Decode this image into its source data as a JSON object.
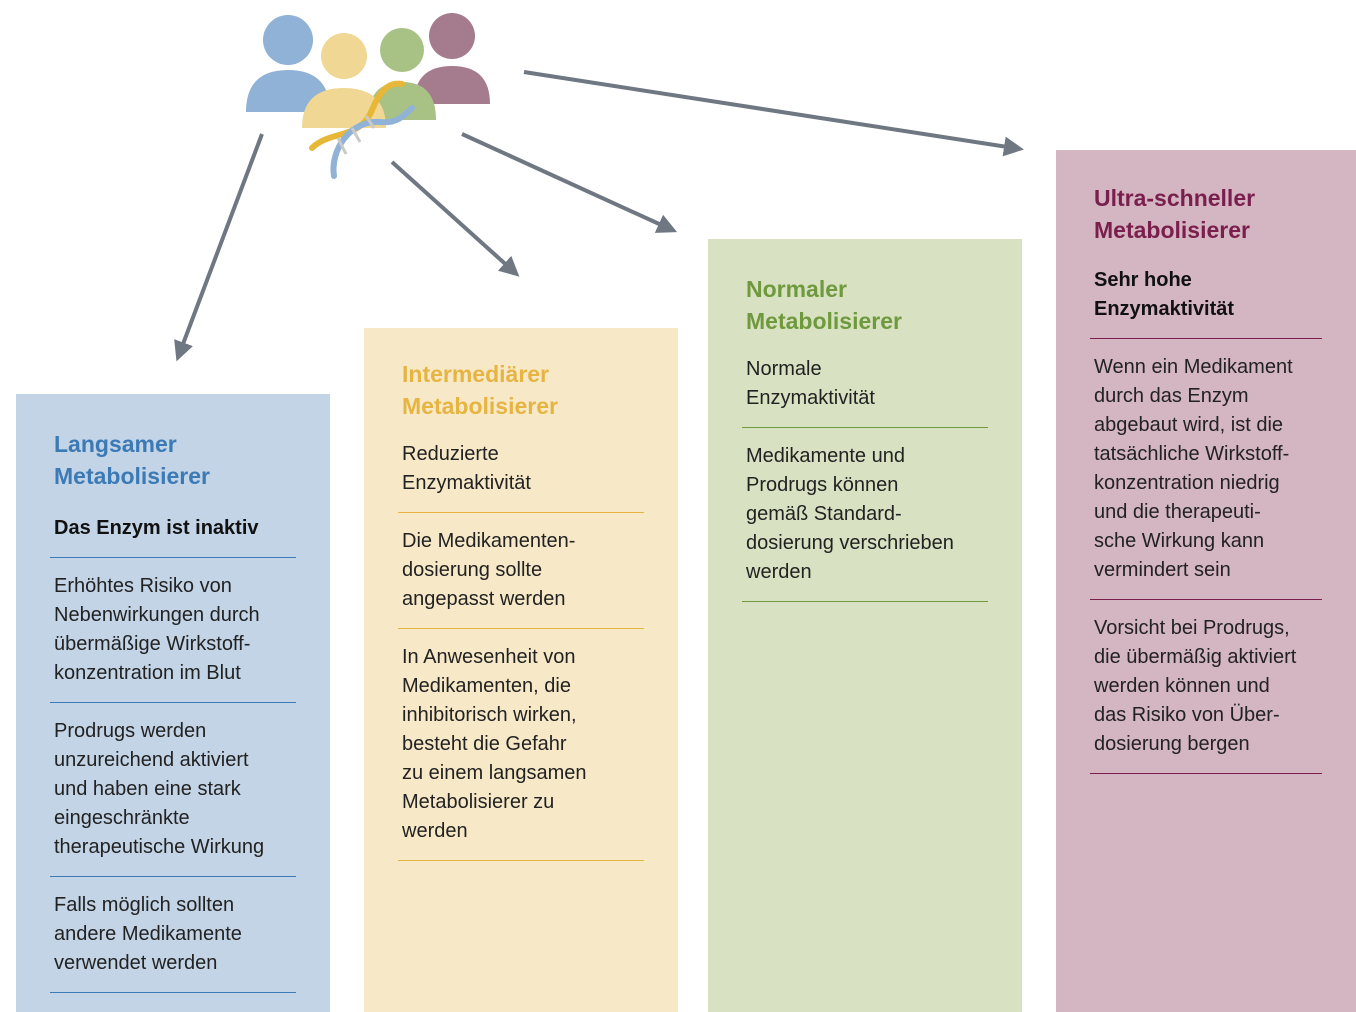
{
  "colors": {
    "slow": "#3b7ab5",
    "intermediate": "#e6b441",
    "normal": "#6e9a3d",
    "ultra": "#7a1f4d",
    "arrow": "#6f7782"
  },
  "icon": "people-dna-icon",
  "columns": {
    "slow": {
      "title": "Langsamer\nMetabolisierer",
      "subtitle": "Das Enzym ist inaktiv",
      "items": [
        "Erhöhtes Risiko von\nNebenwirkungen durch\nübermäßige Wirkstoff-\nkonzentration im Blut",
        "Prodrugs werden\nunzureichend aktiviert\nund haben eine stark\neingeschränkte\ntherapeutische Wirkung",
        "Falls möglich sollten\nandere Medikamente\nverwendet werden"
      ]
    },
    "intermediate": {
      "title": "Intermediärer\nMetabolisierer",
      "subtitle": "Reduzierte\nEnzymaktivität",
      "items": [
        "Die Medikamenten-\ndosierung sollte\nangepasst werden",
        "In Anwesenheit von\nMedikamenten, die\ninhibitorisch wirken,\nbesteht die Gefahr\nzu einem langsamen\nMetabolisierer zu\nwerden"
      ]
    },
    "normal": {
      "title": "Normaler\nMetabolisierer",
      "subtitle": "Normale\nEnzymaktivität",
      "items": [
        "Medikamente und\nProdrugs können\ngemäß Standard-\ndosierung verschrieben\nwerden"
      ]
    },
    "ultra": {
      "title": "Ultra-schneller\nMetabolisierer",
      "subtitle": "Sehr hohe\nEnzymaktivität",
      "items": [
        "Wenn ein Medikament\ndurch das Enzym\nabgebaut wird, ist die\ntatsächliche Wirkstoff-\nkonzentration niedrig\nund die therapeuti-\nsche Wirkung kann\nvermindert sein",
        "Vorsicht bei Prodrugs,\ndie übermäßig aktiviert\nwerden können und\ndas Risiko von Über-\ndosierung bergen"
      ]
    }
  }
}
